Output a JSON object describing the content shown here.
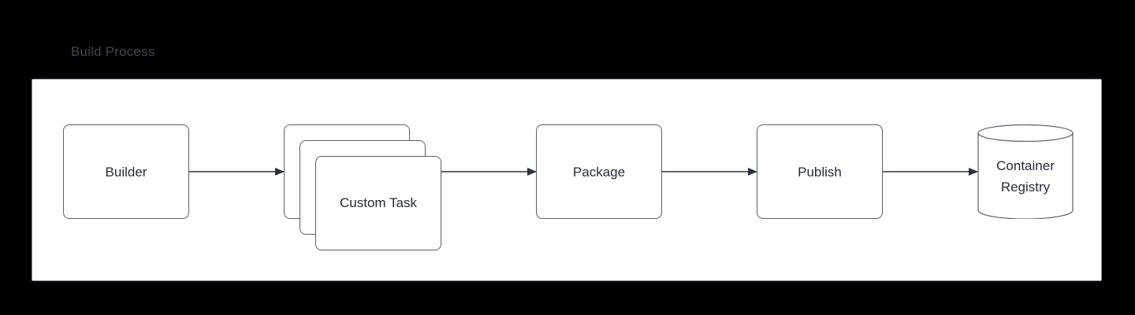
{
  "diagram": {
    "title": "Build Process",
    "background_color": "#000000",
    "group_background": "#ffffff",
    "stroke_color": "#55606e",
    "text_color": "#242b38",
    "title_color": "#3c4654",
    "nodes": [
      {
        "id": "builder",
        "label": "Builder",
        "shape": "rounded-rect"
      },
      {
        "id": "custom_task",
        "label": "Custom Task",
        "shape": "card-stack",
        "stack_count": 3
      },
      {
        "id": "package",
        "label": "Package",
        "shape": "rounded-rect"
      },
      {
        "id": "publish",
        "label": "Publish",
        "shape": "rounded-rect"
      },
      {
        "id": "registry",
        "label_line1": "Container",
        "label_line2": "Registry",
        "shape": "cylinder"
      }
    ],
    "edges": [
      {
        "from": "builder",
        "to": "custom_task",
        "arrow": "arrow-head-icon"
      },
      {
        "from": "custom_task",
        "to": "package",
        "arrow": "arrow-head-icon"
      },
      {
        "from": "package",
        "to": "publish",
        "arrow": "arrow-head-icon"
      },
      {
        "from": "publish",
        "to": "registry",
        "arrow": "arrow-head-icon"
      }
    ]
  }
}
